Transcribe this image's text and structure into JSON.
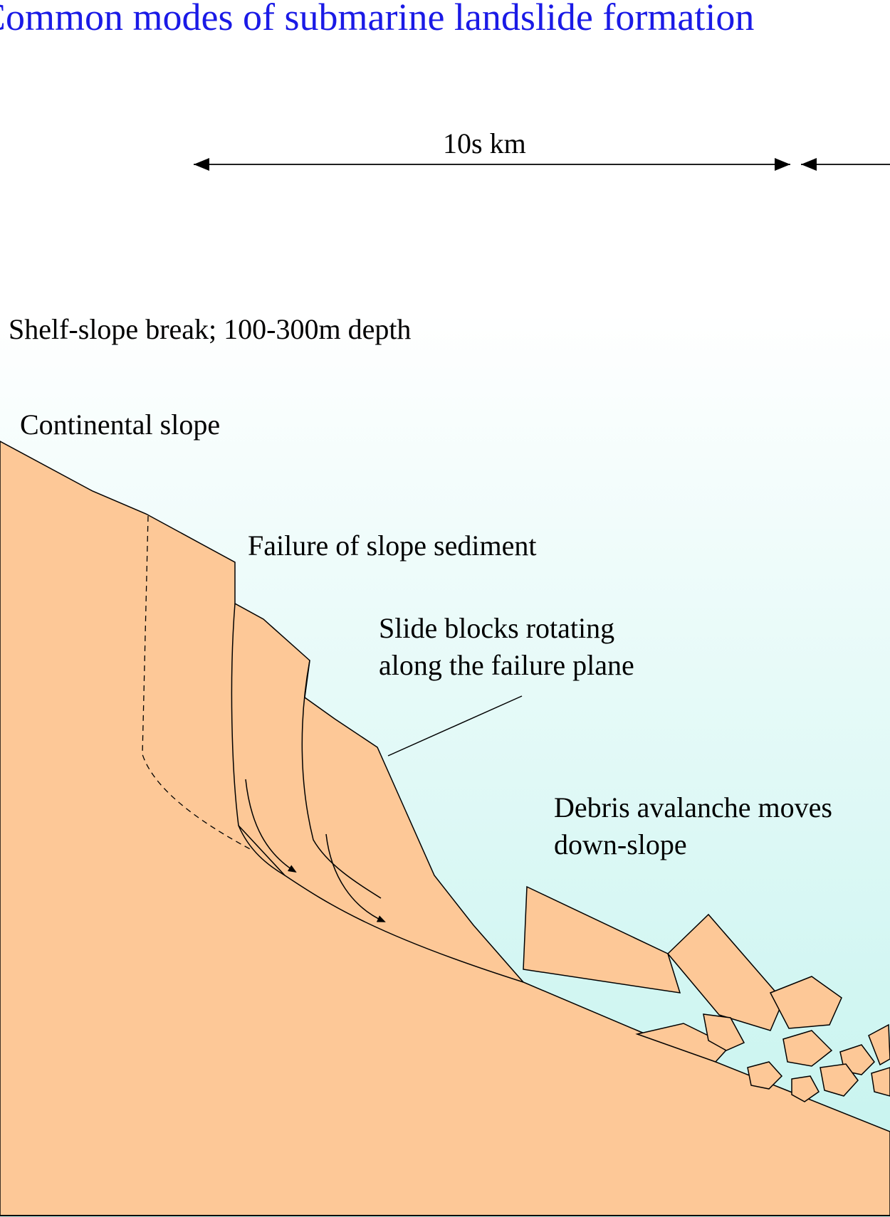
{
  "title": "Common modes of submarine landslide formation",
  "scale_label": "10s km",
  "labels": {
    "shelf_break": "Shelf-slope break; 100-300m depth",
    "continental_slope": "Continental slope",
    "failure": "Failure of slope sediment",
    "slide_blocks_line1": "Slide blocks rotating",
    "slide_blocks_line2": "along the failure plane",
    "debris_line1": "Debris avalanche moves",
    "debris_line2": "down-slope"
  },
  "colors": {
    "title": "#1a1ae6",
    "sediment": "#fdc897",
    "water_bottom": "#c3f3ee",
    "outline": "#000000"
  }
}
